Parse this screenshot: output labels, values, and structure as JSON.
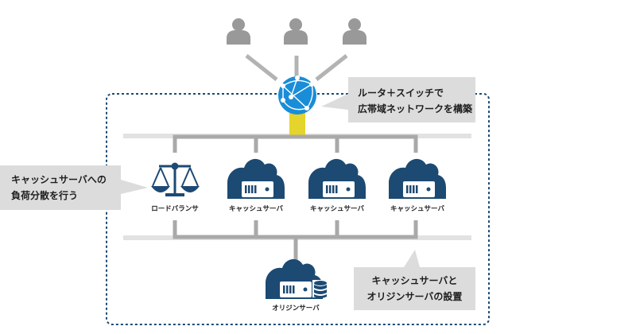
{
  "callouts": {
    "router": [
      "ルータ＋スイッチで",
      "広帯域ネットワークを構築"
    ],
    "loadbalance": [
      "キャッシュサーバへの",
      "負荷分散を行う"
    ],
    "origin": [
      "キャッシュサーバと",
      "オリジンサーバの設置"
    ]
  },
  "nodes": {
    "load_balancer": "ロードバランサ",
    "cache_1": "キャッシュサーバ",
    "cache_2": "キャッシュサーバ",
    "cache_3": "キャッシュサーバ",
    "origin": "オリジンサーバ"
  },
  "colors": {
    "navy": "#1c4a73",
    "gray_line": "#a9a9a9",
    "light_line": "#e2e2e2",
    "user": "#999999",
    "callout_bg": "#dcdcdc",
    "yellow": "#e5d42b",
    "globe": "#1a8dd8"
  },
  "icons": [
    "user-icon",
    "globe-icon",
    "balance-scale-icon",
    "cloud-server-icon",
    "database-icon"
  ]
}
